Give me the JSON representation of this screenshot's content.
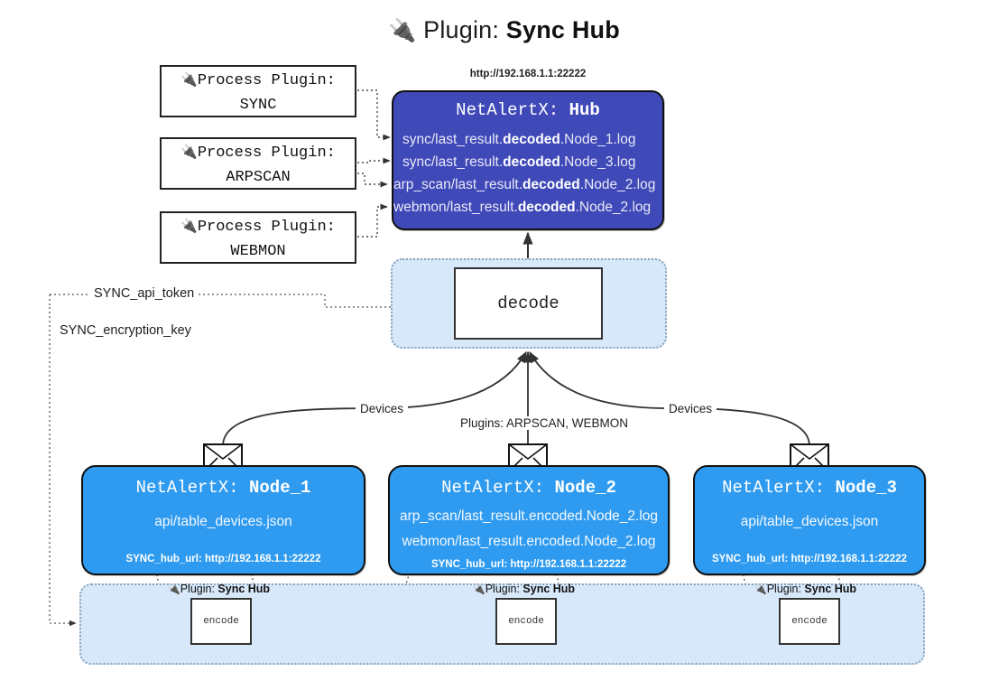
{
  "title": {
    "icon": "🔌",
    "prefix": "Plugin:",
    "name": "Sync Hub"
  },
  "process_plugins": [
    {
      "icon": "🔌",
      "line1": "Process Plugin:",
      "line2": "SYNC"
    },
    {
      "icon": "🔌",
      "line1": "Process Plugin:",
      "line2": "ARPSCAN"
    },
    {
      "icon": "🔌",
      "line1": "Process Plugin:",
      "line2": "WEBMON"
    }
  ],
  "hub": {
    "url": "http://192.168.1.1:22222",
    "title_prefix": "NetAlertX:",
    "title_name": "Hub",
    "lines": [
      {
        "pre": "sync/last_result.",
        "mid": "decoded",
        "post": ".Node_1.log"
      },
      {
        "pre": "sync/last_result.",
        "mid": "decoded",
        "post": ".Node_3.log"
      },
      {
        "pre": "arp_scan/last_result.",
        "mid": "decoded",
        "post": ".Node_2.log"
      },
      {
        "pre": "webmon/last_result.",
        "mid": "decoded",
        "post": ".Node_2.log"
      }
    ]
  },
  "decode": {
    "label": "decode"
  },
  "tokens": {
    "api_token": "SYNC_api_token",
    "encryption_key": "SYNC_encryption_key"
  },
  "edge_labels": {
    "devices_left": "Devices",
    "devices_right": "Devices",
    "plugins_center": "Plugins: ARPSCAN, WEBMON"
  },
  "nodes": [
    {
      "title_prefix": "NetAlertX:",
      "title_name": "Node_1",
      "lines": [
        "api/table_devices.json"
      ],
      "url_label": "SYNC_hub_url:",
      "url": "http://192.168.1.1:22222"
    },
    {
      "title_prefix": "NetAlertX:",
      "title_name": "Node_2",
      "lines": [
        "arp_scan/last_result.encoded.Node_2.log",
        "webmon/last_result.encoded.Node_2.log"
      ],
      "url_label": "SYNC_hub_url:",
      "url": "http://192.168.1.1:22222"
    },
    {
      "title_prefix": "NetAlertX:",
      "title_name": "Node_3",
      "lines": [
        "api/table_devices.json"
      ],
      "url_label": "SYNC_hub_url:",
      "url": "http://192.168.1.1:22222"
    }
  ],
  "encoders": [
    {
      "icon": "🔌",
      "prefix": "Plugin:",
      "name": "Sync Hub",
      "label": "encode"
    },
    {
      "icon": "🔌",
      "prefix": "Plugin:",
      "name": "Sync Hub",
      "label": "encode"
    },
    {
      "icon": "🔌",
      "prefix": "Plugin:",
      "name": "Sync Hub",
      "label": "encode"
    }
  ],
  "colors": {
    "hub_fill": "#3f49b8",
    "node_fill": "#2f9bf0",
    "band_fill": "#d7e8fa",
    "band_border": "#8aa4ba",
    "stroke": "#333333"
  }
}
